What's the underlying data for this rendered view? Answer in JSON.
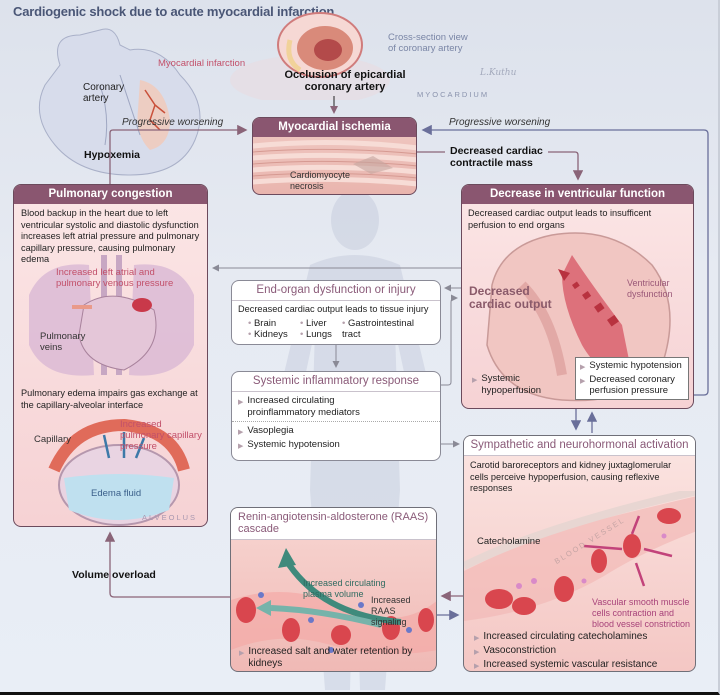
{
  "title": "Cardiogenic shock due to acute myocardial infarction",
  "top_labels": {
    "myocardial_infarction": "Myocardial infarction",
    "coronary_artery": "Coronary artery",
    "cross_section": "Cross-section view of coronary artery",
    "occlusion": "Occlusion of epicardial coronary artery",
    "myocardium": "MYOCARDIUM",
    "signature": "L.Kuthu",
    "hypoxemia": "Hypoxemia",
    "progressive_left": "Progressive worsening",
    "progressive_right": "Progressive worsening",
    "decreased_contractile": "Decreased cardiac contractile mass",
    "volume_overload": "Volume overload"
  },
  "ischemia": {
    "title": "Myocardial ischemia",
    "label": "Cardiomyocyte necrosis"
  },
  "pulmonary": {
    "title": "Pulmonary congestion",
    "intro": "Blood backup in the heart due to left ventricular systolic and diastolic dysfunction increases left atrial pressure and pulmonary capillary pressure, causing pulmonary edema",
    "atrial_label": "Increased left atrial and pulmonary venous pressure",
    "veins_label": "Pulmonary veins",
    "edema_text": "Pulmonary edema impairs gas exchange at the capillary-alveolar interface",
    "capillary_label": "Capillary",
    "capillary_pressure_label": "Increased pulmonary capillary pressure",
    "edema_fluid": "Edema fluid",
    "alveolus": "ALVEOLUS"
  },
  "ventricular": {
    "title": "Decrease in ventricular function",
    "intro": "Decreased cardiac output leads to insufficent perfusion to end organs",
    "cardiac_output": "Decreased cardiac output",
    "dysfunction": "Ventricular dysfunction",
    "hypoperfusion": "Systemic hypoperfusion",
    "callout": [
      "Systemic hypotension",
      "Decreased coronary perfusion pressure"
    ]
  },
  "end_organ": {
    "title": "End-organ dysfunction or injury",
    "intro": "Decreased cardiac output leads to tissue injury",
    "organs": [
      "Brain",
      "Kidneys",
      "Liver",
      "Lungs",
      "Gastrointestinal tract"
    ]
  },
  "inflammatory": {
    "title": "Systemic inflammatory response",
    "items_a": [
      "Increased circulating proinflammatory mediators"
    ],
    "items_b": [
      "Vasoplegia",
      "Systemic hypotension"
    ]
  },
  "sympathetic": {
    "title": "Sympathetic and neurohormonal activation",
    "intro": "Carotid baroreceptors and kidney juxtaglomerular cells perceive hypoperfusion, causing reflexive responses",
    "blood_vessel": "BLOOD VESSEL",
    "catecholamine": "Catecholamine",
    "vascular_label": "Vascular smooth muscle cells contraction and blood vessel constriction",
    "items": [
      "Increased circulating catecholamines",
      "Vasoconstriction",
      "Increased systemic vascular resistance"
    ]
  },
  "raas": {
    "title": "Renin-angiotensin-aldosterone (RAAS) cascade",
    "plasma_label": "Increased circulating plasma volume",
    "signaling_label": "Increased RAAS signaling",
    "item": "Increased salt and water retention by kidneys"
  },
  "colors": {
    "header": "#8a5670",
    "arrow_mauve": "#8a6478",
    "arrow_blue": "#6a6f9a",
    "pink_text": "#c2506a",
    "teal_arrow": "#3f8a7c"
  }
}
